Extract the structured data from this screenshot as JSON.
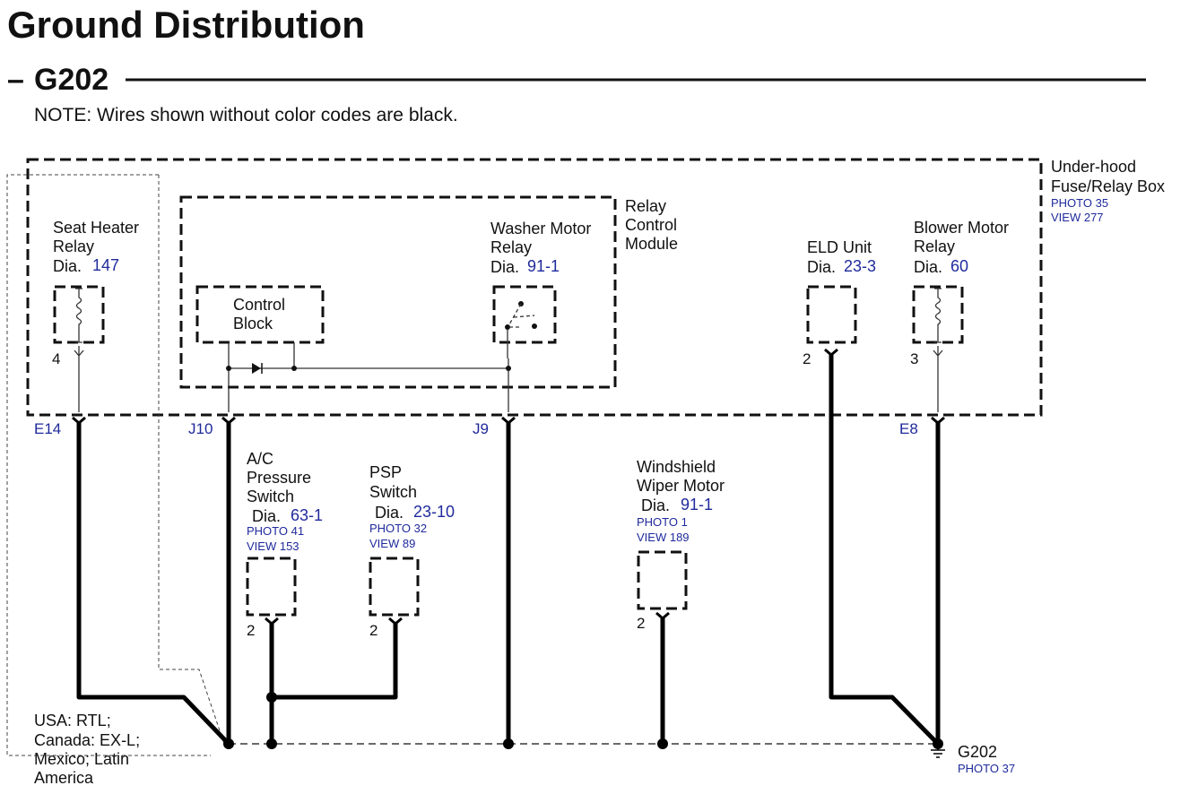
{
  "title": "Ground Distribution",
  "ground_id": "G202",
  "note": "NOTE: Wires shown without color codes are black.",
  "fuse_box": {
    "line1": "Under-hood",
    "line2": "Fuse/Relay Box",
    "photo": "PHOTO 35",
    "view": "VIEW 277"
  },
  "relay_control_module": {
    "line1": "Relay",
    "line2": "Control",
    "line3": "Module"
  },
  "seat_heater_relay": {
    "line1": "Seat Heater",
    "line2": "Relay",
    "dia_label": "Dia.",
    "dia": "147",
    "pin": "4",
    "connector": "E14"
  },
  "control_block": {
    "line1": "Control",
    "line2": "Block",
    "connector": "J10"
  },
  "washer_motor_relay": {
    "line1": "Washer Motor",
    "line2": "Relay",
    "dia_label": "Dia.",
    "dia": "91-1",
    "connector": "J9"
  },
  "eld_unit": {
    "line1": "ELD Unit",
    "dia_label": "Dia.",
    "dia": "23-3",
    "pin": "2"
  },
  "blower_motor_relay": {
    "line1": "Blower Motor",
    "line2": "Relay",
    "dia_label": "Dia.",
    "dia": "60",
    "pin": "3",
    "connector": "E8"
  },
  "ac_pressure_switch": {
    "line1": "A/C",
    "line2": "Pressure",
    "line3": "Switch",
    "dia_label": "Dia.",
    "dia": "63-1",
    "photo": "PHOTO 41",
    "view": "VIEW 153",
    "pin": "2"
  },
  "psp_switch": {
    "line1": "PSP",
    "line2": "Switch",
    "dia_label": "Dia.",
    "dia": "23-10",
    "photo": "PHOTO 32",
    "view": "VIEW 89",
    "pin": "2"
  },
  "wiper_motor": {
    "line1": "Windshield",
    "line2": "Wiper Motor",
    "dia_label": "Dia.",
    "dia": "91-1",
    "photo": "PHOTO 1",
    "view": "VIEW 189",
    "pin": "2"
  },
  "market_note": {
    "line1": "USA: RTL;",
    "line2": "Canada: EX-L;",
    "line3": "Mexico; Latin",
    "line4": "America"
  },
  "ground": {
    "label": "G202",
    "photo": "PHOTO 37"
  },
  "colors": {
    "link_blue": "#1f2a9c",
    "box_fill": "#eeeeee",
    "wire": "#000000"
  }
}
